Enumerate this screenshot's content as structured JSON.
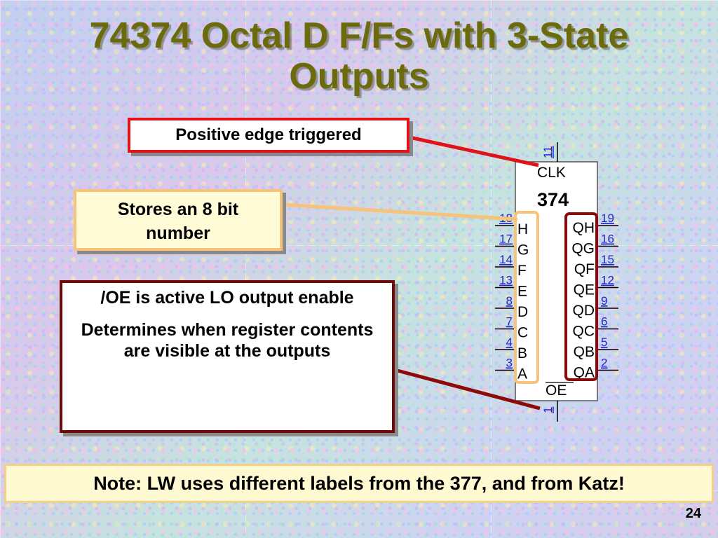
{
  "slide": {
    "title_line1": "74374 Octal D F/Fs with 3-State",
    "title_line2": "Outputs",
    "page_number": "24"
  },
  "callouts": {
    "edge": "Positive edge triggered",
    "stores_line1": "Stores an 8 bit",
    "stores_line2": "number",
    "oe_para1": "/OE is active LO output enable",
    "oe_para2": "Determines when register contents are visible at the outputs"
  },
  "note": "Note: LW uses different labels from the 377, and from Katz!",
  "chip": {
    "part": "374",
    "clk_label": "CLK",
    "clk_pin": "11",
    "oe_label": "OE",
    "oe_pin": "1",
    "inputs": [
      {
        "label": "H",
        "pin": "18"
      },
      {
        "label": "G",
        "pin": "17"
      },
      {
        "label": "F",
        "pin": "14"
      },
      {
        "label": "E",
        "pin": "13"
      },
      {
        "label": "D",
        "pin": "8"
      },
      {
        "label": "C",
        "pin": "7"
      },
      {
        "label": "B",
        "pin": "4"
      },
      {
        "label": "A",
        "pin": "3"
      }
    ],
    "outputs": [
      {
        "label": "QH",
        "pin": "19"
      },
      {
        "label": "QG",
        "pin": "16"
      },
      {
        "label": "QF",
        "pin": "15"
      },
      {
        "label": "QE",
        "pin": "12"
      },
      {
        "label": "QD",
        "pin": "9"
      },
      {
        "label": "QC",
        "pin": "6"
      },
      {
        "label": "QB",
        "pin": "5"
      },
      {
        "label": "QA",
        "pin": "2"
      }
    ]
  },
  "colors": {
    "title": "#6b6b0e",
    "edge_border": "#e0121a",
    "stores_border": "#f7c37a",
    "oe_border": "#6e0a0a",
    "pin_number": "#2424c8"
  }
}
